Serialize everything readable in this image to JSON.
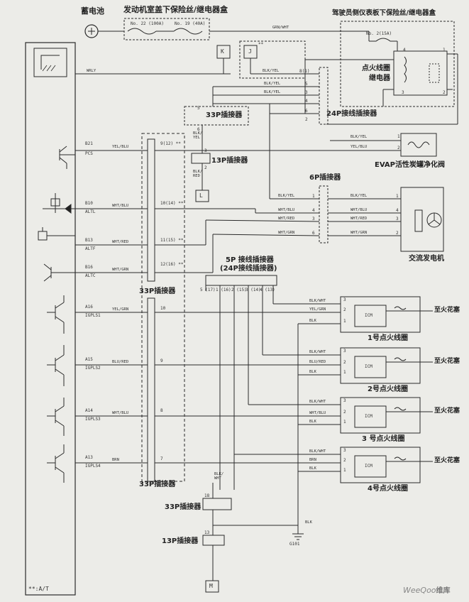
{
  "header": {
    "battery": "蓄电池",
    "engine_fuse_box": "发动机室盖下保险丝/继电器盒",
    "dash_fuse_box": "驾驶员侧仪表板下保险丝/继电器盒"
  },
  "fuses": {
    "f22": "No. 22 (100A)",
    "f19": "No. 19 (40A)",
    "f2": "No. 2(15A)"
  },
  "relay": {
    "label_line1": "点火线圈",
    "label_line2": "继电器",
    "pins": [
      "4",
      "1",
      "3",
      "2"
    ]
  },
  "boxes": {
    "k": "K",
    "j": "J",
    "l": "L",
    "m": "M"
  },
  "connectors": {
    "c33p_top": "33P插接器",
    "c24p": "24P接线插接器",
    "c13p_top": "13P插接器",
    "c6p": "6P插接器",
    "c5p_line1": "5P 接线插接器",
    "c5p_line2": "(24P接线插接器)",
    "c33p_mid": "33P插接器",
    "c33p_low": "33P插接器",
    "c33p_bottom": "33P插接器",
    "c13p_bottom": "13P插接器"
  },
  "components": {
    "evap": "EVAP活性炭罐净化阀",
    "alternator": "交流发电机",
    "coil1": "1号点火线圈",
    "coil2": "2号点火线圈",
    "coil3": "3 号点火线圈",
    "coil4": "4号点火线圈",
    "spark": "至火花塞",
    "icm": "ICM",
    "ground": "G101"
  },
  "ecm_pins": [
    {
      "pin": "B21",
      "name": "PCS"
    },
    {
      "pin": "B10",
      "name": "ALTL"
    },
    {
      "pin": "B13",
      "name": "ALTF"
    },
    {
      "pin": "B16",
      "name": "ALTC"
    },
    {
      "pin": "A16",
      "name": "IGPLS1"
    },
    {
      "pin": "A15",
      "name": "IGPLS2"
    },
    {
      "pin": "A14",
      "name": "IGPLS3"
    },
    {
      "pin": "A13",
      "name": "IGPLS4"
    }
  ],
  "wires": {
    "grn_wht": "GRN/WHT",
    "wrly": "WRLY",
    "blk_yel": "BLK/YEL",
    "blk_yel_a": "BLK/YEL",
    "blk_yel_b": "BLK/YEL",
    "blk_yel_c": "BLK/\nYEL",
    "blk_red": "BLK/\nRED",
    "yel_blu": "YEL/BLU",
    "yel_blu_r": "YEL/BLU",
    "blk_yel_r": "BLK/YEL",
    "wht_blu": "WHT/BLU",
    "wht_red": "WHT/RED",
    "wht_grn": "WHT/GRN",
    "blk_yel_6p": "BLK/YEL",
    "wht_blu_6p": "WHT/BLU",
    "wht_red_6p": "WHT/RED",
    "wht_grn_6p": "WHT/GRN",
    "yel_grn": "YEL/GRN",
    "blu_red": "BLU/RED",
    "wht_blu2": "WHT/BLU",
    "brn": "BRN",
    "c1_a": "BLK/WHT",
    "c1_b": "YEL/GRN",
    "c1_c": "BLK",
    "c2_a": "BLK/WHT",
    "c2_b": "BLU/RED",
    "c2_c": "BLK",
    "c3_a": "BLK/WHT",
    "c3_b": "WHT/BLU",
    "c3_c": "BLK",
    "c4_a": "BLK/WHT",
    "c4_b": "BRN",
    "c4_c": "BLK",
    "blk_wht_v": "BLK/\nWHT",
    "blk_gnd": "BLK"
  },
  "pin_numbers": {
    "p8_1": "8(1)",
    "p5": "5",
    "p3": "3",
    "p4": "4",
    "p6_24": "6",
    "p2_24": "2",
    "p5_33": "5",
    "p6_33": "6",
    "p9_12": "9(12) **",
    "p10_14": "10(14) **",
    "p11_15": "11(15) **",
    "p12_16": "12(16) **",
    "p3_13p": "3",
    "p2_13p": "2",
    "p1_6p": "1",
    "p4_6p": "4",
    "p3_6p": "3",
    "p6_6p": "6",
    "p5p": [
      "5 (17)",
      "1 (16)",
      "2 (15)",
      "3 (14)",
      "4 (13)"
    ],
    "p10": "10",
    "p9": "9",
    "p8": "8",
    "p7": "7",
    "p18": "18",
    "p13": "13",
    "p1_evap": "1",
    "p2_evap": "2",
    "p1_alt": "1",
    "p4_alt": "4",
    "p3_alt": "3",
    "p2_alt": "2",
    "coil_pins": [
      "3",
      "2",
      "1"
    ]
  },
  "notes": {
    "footnote": "**:A/T",
    "star2": "**"
  },
  "watermark": {
    "brand": "WeeQoo",
    "suffix": "维库"
  }
}
